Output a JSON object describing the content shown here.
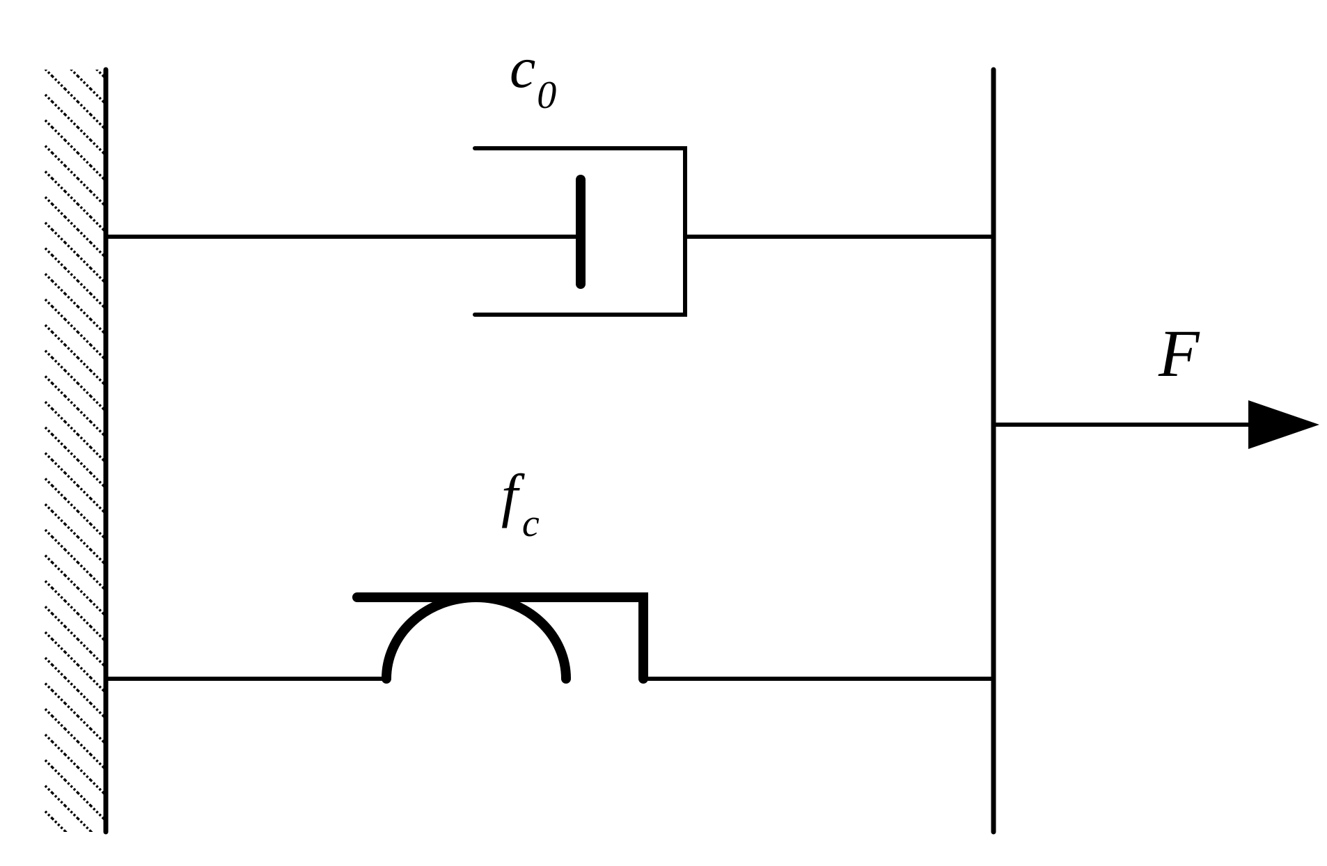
{
  "labels": {
    "damper": {
      "main": "c",
      "sub": "0"
    },
    "friction": {
      "main": "f",
      "sub": "c"
    },
    "force": {
      "main": "F"
    }
  },
  "colors": {
    "line": "#000000",
    "background": "#ffffff"
  }
}
